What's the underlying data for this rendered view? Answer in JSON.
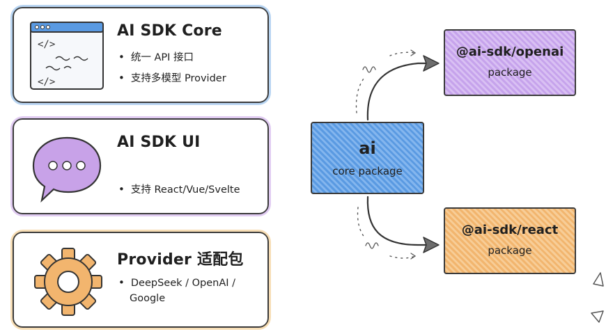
{
  "cards": [
    {
      "title": "AI SDK Core",
      "items": [
        "统一 API 接口",
        "支持多模型 Provider"
      ],
      "accent": "#7fb2e8",
      "icon": "code-window-icon"
    },
    {
      "title": "AI SDK UI",
      "items": [
        "支持 React/Vue/Svelte"
      ],
      "accent": "#c8a2e8",
      "icon": "chat-bubble-icon"
    },
    {
      "title": "Provider 适配包",
      "items": [
        "DeepSeek / OpenAI / Google"
      ],
      "accent": "#f0c27a",
      "icon": "gear-icon"
    }
  ],
  "packages": {
    "core": {
      "name": "ai",
      "sub": "core package",
      "color": "#5a9ae2"
    },
    "openai": {
      "name": "@ai-sdk/openai",
      "sub": "package",
      "color": "#c6a3ec"
    },
    "react": {
      "name": "@ai-sdk/react",
      "sub": "package",
      "color": "#f2b56e"
    }
  }
}
